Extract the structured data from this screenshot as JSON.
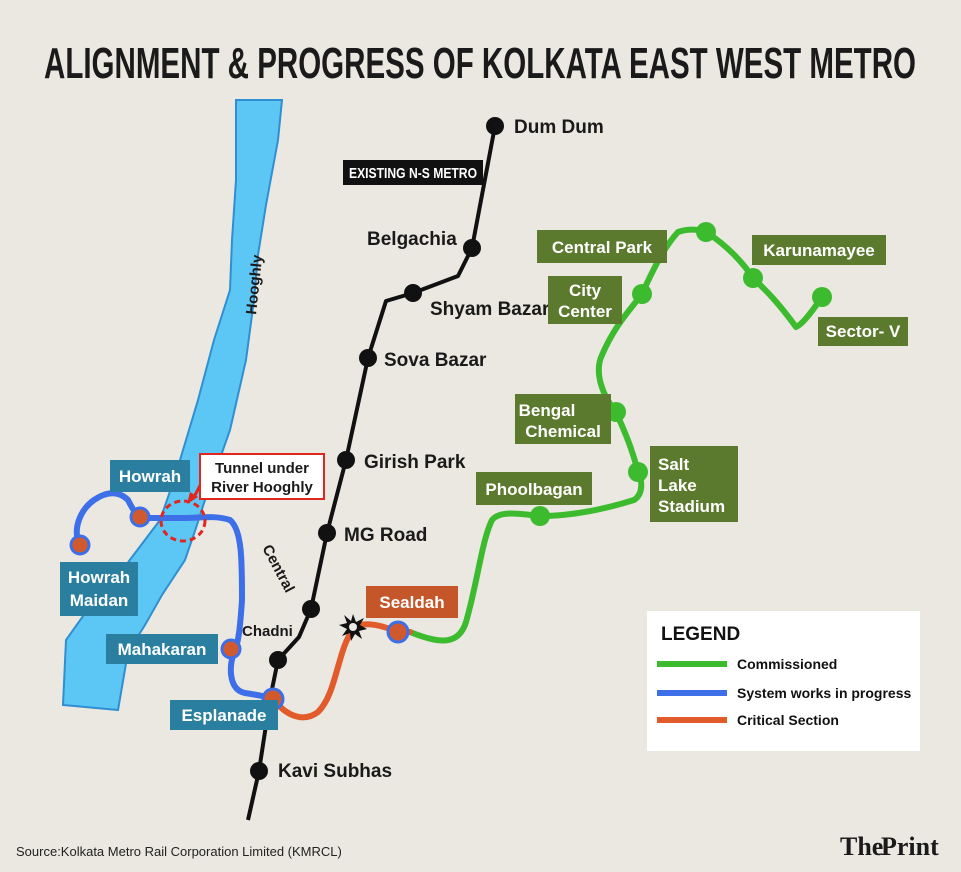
{
  "title": "ALIGNMENT & PROGRESS OF KOLKATA EAST WEST METRO",
  "river": {
    "name": "Hooghly"
  },
  "existing_line": {
    "label": "EXISTING N-S METRO",
    "stations": {
      "dum_dum": "Dum Dum",
      "belgachia": "Belgachia",
      "shyam_bazar": "Shyam Bazar",
      "sova_bazar": "Sova Bazar",
      "girish_park": "Girish Park",
      "mg_road": "MG Road",
      "central": "Central",
      "chadni": "Chadni",
      "kavi_subhas": "Kavi Subhas"
    }
  },
  "green_stations": {
    "central_park": "Central Park",
    "karunamayee": "Karunamayee",
    "city_center": [
      "City",
      "Center"
    ],
    "sector_v": "Sector- V",
    "bengal_chemical": [
      "Bengal",
      "Chemical"
    ],
    "salt_lake_stadium": [
      "Salt",
      "Lake",
      "Stadium"
    ],
    "phoolbagan": "Phoolbagan"
  },
  "red_stations": {
    "sealdah": "Sealdah"
  },
  "blue_stations": {
    "howrah": "Howrah",
    "howrah_maidan": [
      "Howrah",
      "Maidan"
    ],
    "mahakaran": "Mahakaran",
    "esplanade": "Esplanade"
  },
  "tunnel_callout": [
    "Tunnel under",
    "River Hooghly"
  ],
  "legend": {
    "title": "LEGEND",
    "items": [
      {
        "label": "Commissioned",
        "color": "#3dbb2f"
      },
      {
        "label": "System works in progress",
        "color": "#3c6fe8"
      },
      {
        "label": "Critical Section",
        "color": "#e25b2a"
      }
    ]
  },
  "colors": {
    "background": "#ebe8e1",
    "river": "#5cc6f5",
    "river_edge": "#2f8fd0",
    "green_box": "#5b7a2d",
    "blue_box": "#2a7fa0",
    "red_box": "#c4562a",
    "station_dot": "#d05a2e",
    "green_dot": "#3dbb2f",
    "black_line": "#111111"
  },
  "source": "Source:Kolkata Metro Rail Corporation Limited (KMRCL)",
  "brand": {
    "the": "The",
    "print": "Print"
  }
}
